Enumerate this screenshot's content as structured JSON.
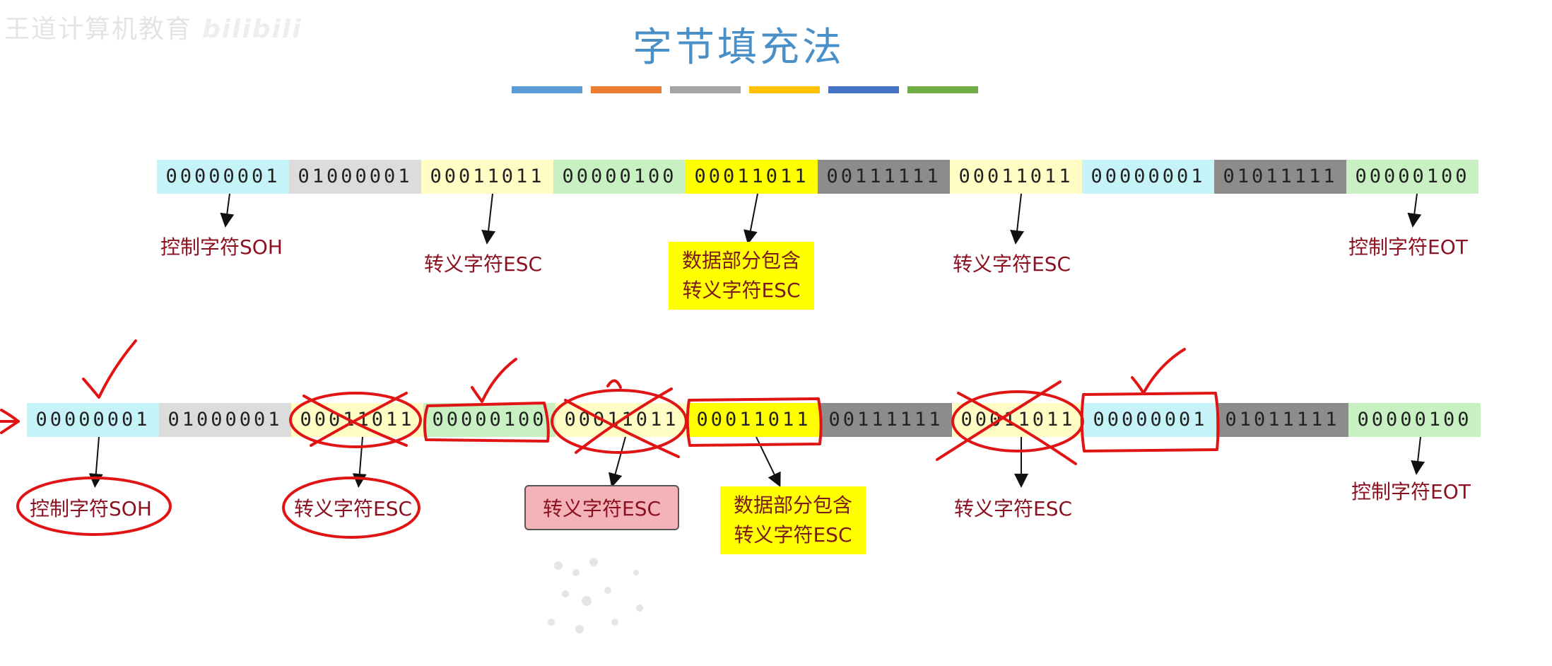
{
  "watermark": {
    "text": "王道计算机教育",
    "brand": "bilibili"
  },
  "title": "字节填充法",
  "color_bars": [
    "#5b9bd5",
    "#ed7d31",
    "#a5a5a5",
    "#ffc000",
    "#4472c4",
    "#70ad47"
  ],
  "row1": {
    "bytes": [
      {
        "bits": "00000001",
        "color": "#c6f3f7"
      },
      {
        "bits": "01000001",
        "color": "#dcdcdc"
      },
      {
        "bits": "00011011",
        "color": "#fffcc4"
      },
      {
        "bits": "00000100",
        "color": "#c8f0c2"
      },
      {
        "bits": "00011011",
        "color": "#ffff00"
      },
      {
        "bits": "00111111",
        "color": "#8c8c8c"
      },
      {
        "bits": "00011011",
        "color": "#fffcc4"
      },
      {
        "bits": "00000001",
        "color": "#c6f3f7"
      },
      {
        "bits": "01011111",
        "color": "#8c8c8c"
      },
      {
        "bits": "00000100",
        "color": "#c8f0c2"
      }
    ],
    "labels": {
      "soh": "控制字符SOH",
      "esc1": "转义字符ESC",
      "data_line1": "数据部分包含",
      "data_line2": "转义字符ESC",
      "esc2": "转义字符ESC",
      "eot": "控制字符EOT"
    }
  },
  "row2": {
    "bytes": [
      {
        "bits": "00000001",
        "color": "#c6f3f7"
      },
      {
        "bits": "01000001",
        "color": "#dcdcdc"
      },
      {
        "bits": "00011011",
        "color": "#fffcc4"
      },
      {
        "bits": "00000100",
        "color": "#c8f0c2"
      },
      {
        "bits": "00011011",
        "color": "#fffcc4"
      },
      {
        "bits": "00011011",
        "color": "#ffff00"
      },
      {
        "bits": "00111111",
        "color": "#8c8c8c"
      },
      {
        "bits": "00011011",
        "color": "#fffcc4"
      },
      {
        "bits": "00000001",
        "color": "#c6f3f7"
      },
      {
        "bits": "01011111",
        "color": "#8c8c8c"
      },
      {
        "bits": "00000100",
        "color": "#c8f0c2"
      }
    ],
    "labels": {
      "soh": "控制字符SOH",
      "esc1": "转义字符ESC",
      "esc_added": "转义字符ESC",
      "data_line1": "数据部分包含",
      "data_line2": "转义字符ESC",
      "esc2": "转义字符ESC",
      "eot": "控制字符EOT"
    }
  }
}
